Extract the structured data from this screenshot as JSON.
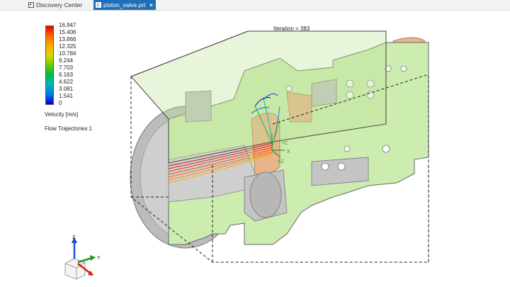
{
  "tabs": [
    {
      "label": "Discovery Center",
      "icon": "discovery-center-icon"
    },
    {
      "label": "piston_valve.prt",
      "icon": "part-file-icon",
      "close": "×"
    }
  ],
  "legend": {
    "ticks": [
      "16.947",
      "15.406",
      "13.866",
      "12.325",
      "10.784",
      "9.244",
      "7.703",
      "6.163",
      "4.622",
      "3.081",
      "1.541",
      "0"
    ],
    "label": "Velocity [m/s]",
    "colors": [
      "#e60000",
      "#ff6600",
      "#ffaa00",
      "#d8d800",
      "#66cc00",
      "#00bb44",
      "#00b7b7",
      "#0077ee",
      "#0000cc"
    ]
  },
  "trajectories_label": "Flow Trajectories 1",
  "iteration_text": "Iteration = 383",
  "colors": {
    "solid": "#c9f0a4",
    "cut": "#ccecb0",
    "metal": "#c8c8c8",
    "copper": "#e8b48c",
    "tab_active": "#1f6fb8",
    "accent_green": "#2a9a2a"
  },
  "axis_labels": {
    "yc": "YC",
    "x": "X",
    "xc": "XC",
    "z": "Z",
    "y": "Y"
  }
}
